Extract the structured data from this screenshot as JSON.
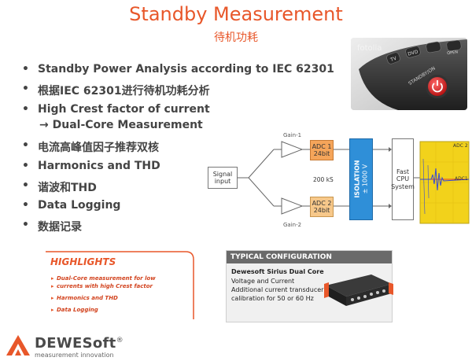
{
  "slide": {
    "title": "Standby Measurement",
    "subtitle": "待机功耗"
  },
  "bullets": [
    "Standby Power Analysis according to IEC 62301",
    "根据IEC 62301进行待机功耗分析",
    "High Crest factor of current",
    "电流高峰值因子推荐双核",
    "Harmonics and THD",
    "谐波和THD",
    "Data Logging",
    "数据记录"
  ],
  "bullet_subline": "→ Dual-Core Measurement",
  "remote_photo": {
    "watermark": "fotolia",
    "keys": [
      "TV",
      "DVD",
      "OPEN"
    ],
    "standby_label": "STANDBY/ON"
  },
  "diagram": {
    "gain1": "Gain-1",
    "gain2": "Gain-2",
    "signal_input": "Signal input",
    "adc1": [
      "ADC 1",
      "24bit"
    ],
    "adc2": [
      "ADC 2",
      "24bit"
    ],
    "rate": "200 kS",
    "isolation": "ISOLATION",
    "isolation_voltage": "± 1000 V",
    "cpu": [
      "Fast",
      "CPU",
      "System"
    ],
    "scope_label_top": "ADC 2",
    "scope_label_mid": "ADC1"
  },
  "highlights": {
    "title": "HIGHLIGHTS",
    "items": [
      "Dual-Core measurement for low",
      "currents with high Crest factor",
      "Harmonics and THD",
      "Data Logging"
    ]
  },
  "typical_config": {
    "header": "TYPICAL CONFIGURATION",
    "product": "Dewesoft Sirius Dual Core",
    "lines": [
      "Voltage and Current",
      "Additional current transducer",
      "calibration for 50 or 60 Hz"
    ]
  },
  "logo": {
    "word": "DEWESoft",
    "reg": "®",
    "tagline": "measurement innovation"
  },
  "colors": {
    "accent": "#e8572a",
    "isolation": "#2f8fd8",
    "adc": "#f5a55a",
    "scope_bg": "#f2d21b"
  }
}
